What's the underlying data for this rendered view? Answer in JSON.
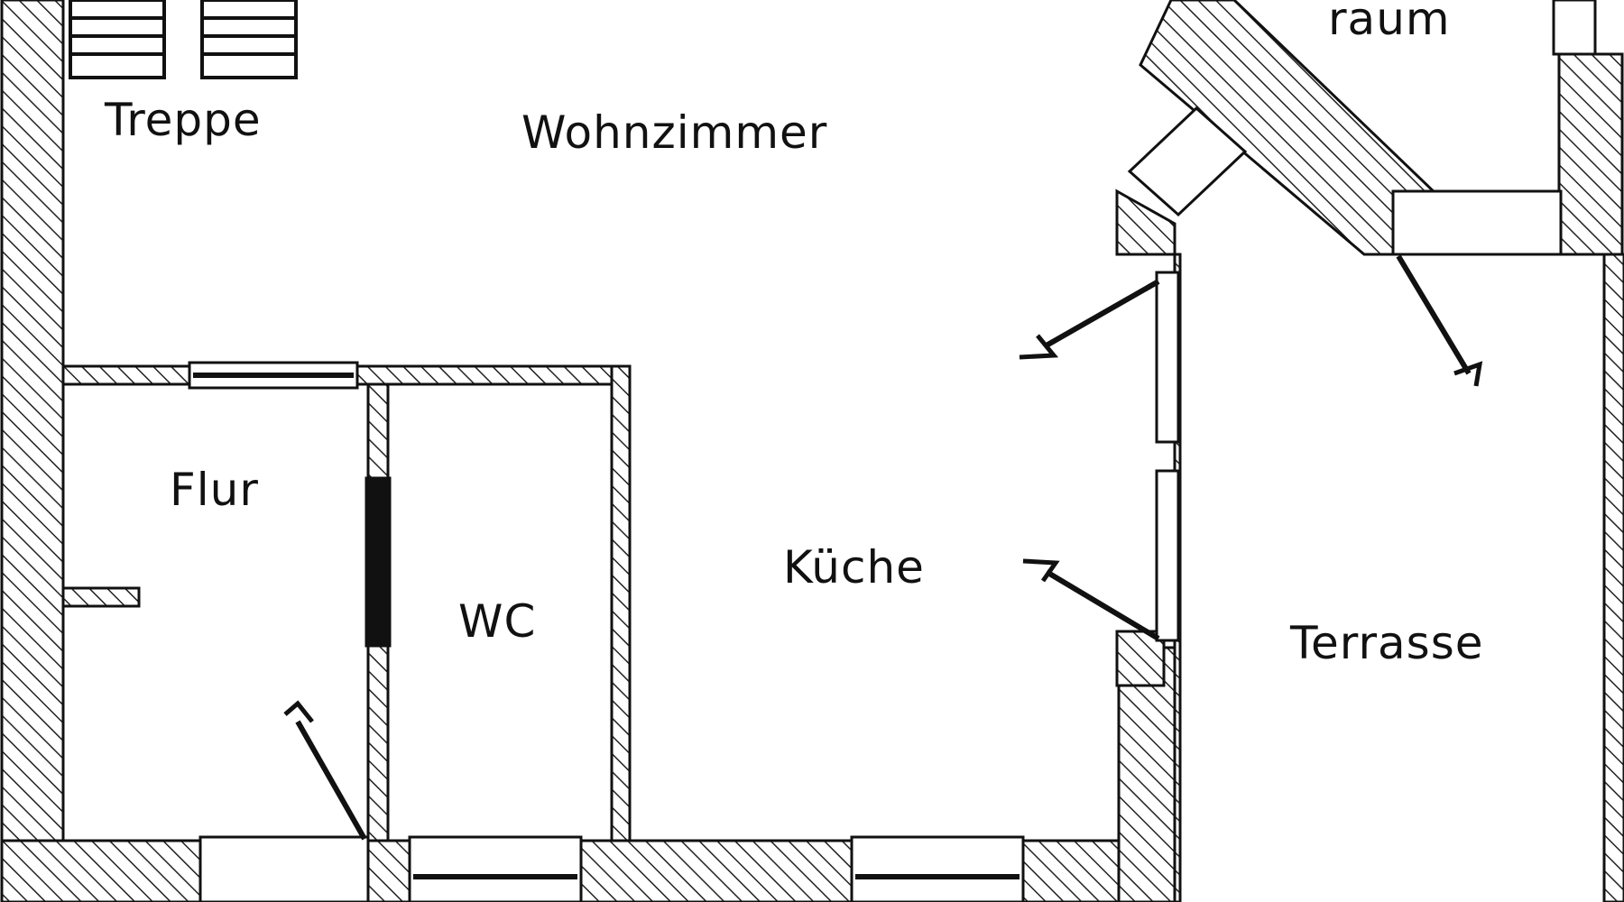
{
  "rooms": {
    "treppe": "Treppe",
    "wohnzimmer": "Wohnzimmer",
    "raum": "raum",
    "flur": "Flur",
    "wc": "WC",
    "kueche": "Küche",
    "terrasse": "Terrasse"
  },
  "colors": {
    "ink": "#111111",
    "background": "#ffffff",
    "hatch": "#222222"
  }
}
